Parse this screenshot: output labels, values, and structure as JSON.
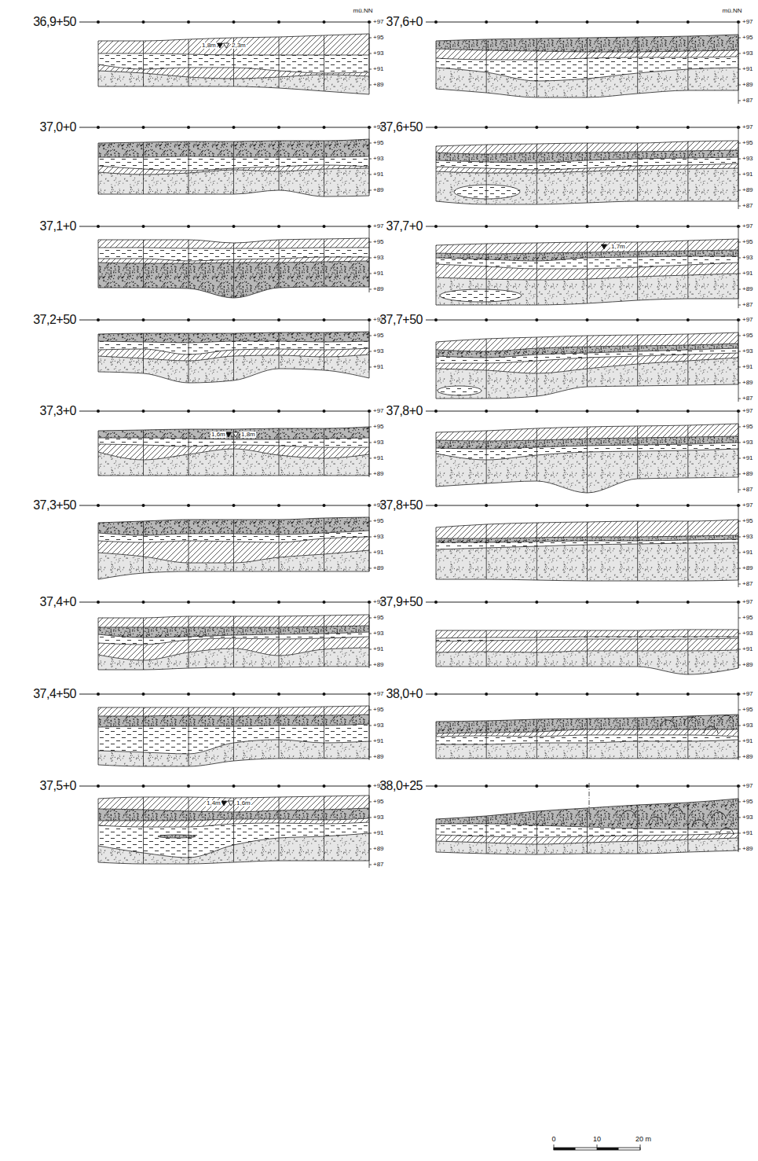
{
  "diagram": {
    "labels": [
      "36,9+50",
      "mü.NN",
      "+97",
      "+95",
      "+93",
      "+91",
      "+89",
      "1,8m",
      "2,3m",
      "37,0+0",
      "+97",
      "+95",
      "+93",
      "+91",
      "+89",
      "37,1+0",
      "+97",
      "+95",
      "+93",
      "+91",
      "+89",
      "37,2+50",
      "+97",
      "+95",
      "+93",
      "+91",
      "37,3+0",
      "+97",
      "+95",
      "+93",
      "+91",
      "+89",
      "1,6m",
      "1,8m",
      "37,3+50",
      "+97",
      "+95",
      "+93",
      "+91",
      "+89",
      "37,4+0",
      "+97",
      "+95",
      "+93",
      "+91",
      "+89",
      "37,4+50",
      "+97",
      "+95",
      "+93",
      "+91",
      "+89",
      "37,5+0",
      "+97",
      "+95",
      "+93",
      "+91",
      "+89",
      "+87",
      "1,4m",
      "1,6m",
      "37,6+0",
      "mü.NN",
      "+97",
      "+95",
      "+93",
      "+91",
      "+89",
      "+87",
      "37,6+50",
      "+97",
      "+95",
      "+93",
      "+91",
      "+89",
      "+87",
      "37,7+0",
      "+97",
      "+95",
      "+93",
      "+91",
      "+89",
      "+87",
      "1,7m",
      "37,7+50",
      "+97",
      "+95",
      "+93",
      "+91",
      "+89",
      "+87",
      "37,8+0",
      "+97",
      "+95",
      "+93",
      "+91",
      "+89",
      "+87",
      "37,8+50",
      "+97",
      "+95",
      "+93",
      "+91",
      "+89",
      "+87",
      "37,9+50",
      "+97",
      "+95",
      "+93",
      "+91",
      "+89",
      "38,0+0",
      "+97",
      "+95",
      "+93",
      "+91",
      "+89",
      "38,0+25",
      "+97",
      "+95",
      "+93",
      "+91",
      "+89",
      "0",
      "10",
      "20 m"
    ]
  }
}
